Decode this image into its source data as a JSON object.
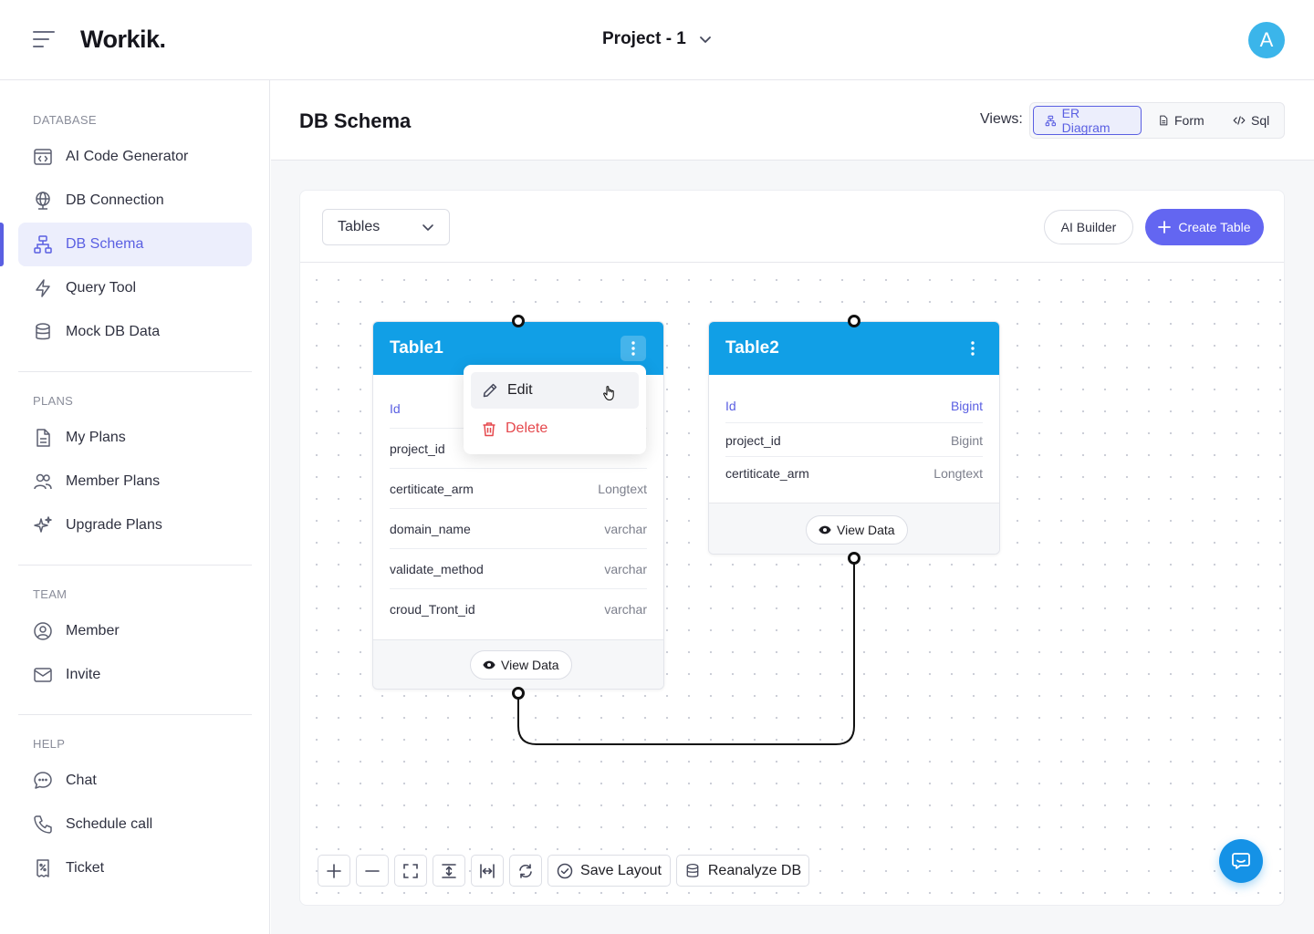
{
  "header": {
    "logo": "Workik.",
    "project_name": "Project - 1",
    "avatar_initial": "A"
  },
  "sidebar": {
    "sections": [
      {
        "title": "DATABASE",
        "items": [
          {
            "label": "AI Code Generator",
            "icon": "code-window-icon"
          },
          {
            "label": "DB Connection",
            "icon": "globe-icon"
          },
          {
            "label": "DB Schema",
            "icon": "schema-icon",
            "active": true
          },
          {
            "label": "Query Tool",
            "icon": "lightning-icon"
          },
          {
            "label": "Mock DB Data",
            "icon": "database-icon"
          }
        ]
      },
      {
        "title": "PLANS",
        "items": [
          {
            "label": "My Plans",
            "icon": "document-icon"
          },
          {
            "label": "Member Plans",
            "icon": "users-icon"
          },
          {
            "label": "Upgrade Plans",
            "icon": "sparkle-icon"
          }
        ]
      },
      {
        "title": "TEAM",
        "items": [
          {
            "label": "Member",
            "icon": "user-circle-icon"
          },
          {
            "label": "Invite",
            "icon": "mail-icon"
          }
        ]
      },
      {
        "title": "HELP",
        "items": [
          {
            "label": "Chat",
            "icon": "chat-bubble-icon"
          },
          {
            "label": "Schedule call",
            "icon": "phone-icon"
          },
          {
            "label": "Ticket",
            "icon": "ticket-icon"
          }
        ]
      }
    ]
  },
  "page": {
    "title": "DB Schema",
    "views_label": "Views:",
    "views": [
      {
        "label": "ER Diagram",
        "active": true
      },
      {
        "label": "Form",
        "active": false
      },
      {
        "label": "Sql",
        "active": false
      }
    ]
  },
  "toolbar": {
    "select_value": "Tables",
    "ai_builder": "AI Builder",
    "create_table": "Create Table"
  },
  "tables": [
    {
      "name": "Table1",
      "columns": [
        {
          "name": "Id",
          "type": ""
        },
        {
          "name": "project_id",
          "type": ""
        },
        {
          "name": "certiticate_arm",
          "type": "Longtext"
        },
        {
          "name": "domain_name",
          "type": "varchar"
        },
        {
          "name": "validate_method",
          "type": "varchar"
        },
        {
          "name": "croud_Tront_id",
          "type": "varchar"
        }
      ],
      "view_data": "View Data"
    },
    {
      "name": "Table2",
      "columns": [
        {
          "name": "Id",
          "type": "Bigint"
        },
        {
          "name": "project_id",
          "type": "Bigint"
        },
        {
          "name": "certiticate_arm",
          "type": "Longtext"
        }
      ],
      "view_data": "View Data"
    }
  ],
  "context_menu": {
    "edit": "Edit",
    "delete": "Delete"
  },
  "bottom_tools": {
    "save_layout": "Save Layout",
    "reanalyze_db": "Reanalyze DB"
  },
  "colors": {
    "accent": "#6366f1",
    "table_header": "#119fe6",
    "danger": "#e5484d"
  }
}
